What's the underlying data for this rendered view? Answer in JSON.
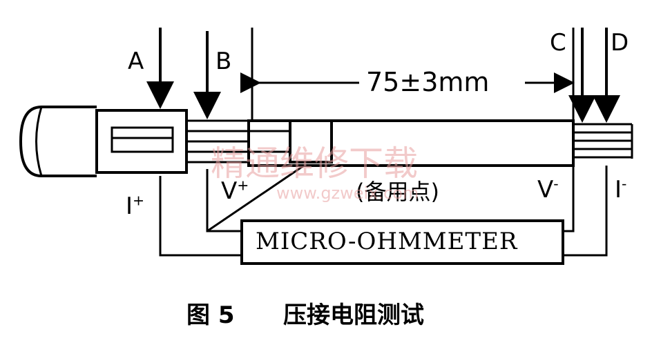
{
  "points": [
    {
      "id": "A",
      "label": "A"
    },
    {
      "id": "B",
      "label": "B"
    },
    {
      "id": "C",
      "label": "C"
    },
    {
      "id": "D",
      "label": "D"
    }
  ],
  "terminals": {
    "i_plus": {
      "base": "I",
      "sup": "+"
    },
    "v_plus": {
      "base": "V",
      "sup": "+"
    },
    "v_minus": {
      "base": "V",
      "sup": "-"
    },
    "i_minus": {
      "base": "I",
      "sup": "-"
    }
  },
  "dimension": "75±3mm",
  "spare_point": "(备用点)",
  "instrument": "MICRO-OHMMETER",
  "caption": {
    "figure": "图 5",
    "title": "压接电阻测试"
  },
  "watermark": {
    "cn": "精通维修下载",
    "url": "www.gzweix.com",
    "color": "#e8a0a0"
  }
}
